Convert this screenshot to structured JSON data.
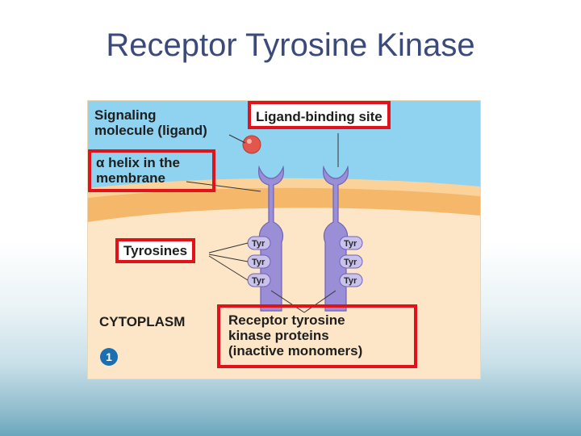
{
  "slide": {
    "title": "Receptor Tyrosine Kinase"
  },
  "figure": {
    "labels": {
      "signaling_line1": "Signaling",
      "signaling_line2": "molecule (ligand)",
      "ligand_binding": "Ligand-binding site",
      "alpha_line1": "α helix in the",
      "alpha_line2": "membrane",
      "tyrosines": "Tyrosines",
      "cytoplasm": "CYTOPLASM",
      "rtk_line1": "Receptor tyrosine",
      "rtk_line2": "kinase proteins",
      "rtk_line3": "(inactive monomers)",
      "step_number": "1"
    },
    "tyr_label": "Tyr",
    "colors": {
      "extracellular": "#8fd3f0",
      "membrane": "#f5b86a",
      "cytoplasm": "#fde6c8",
      "receptor": "#9a8fd6",
      "ligand": "#e2574c",
      "highlight_box": "#e2121a",
      "step_circle": "#1a6fb3"
    }
  }
}
